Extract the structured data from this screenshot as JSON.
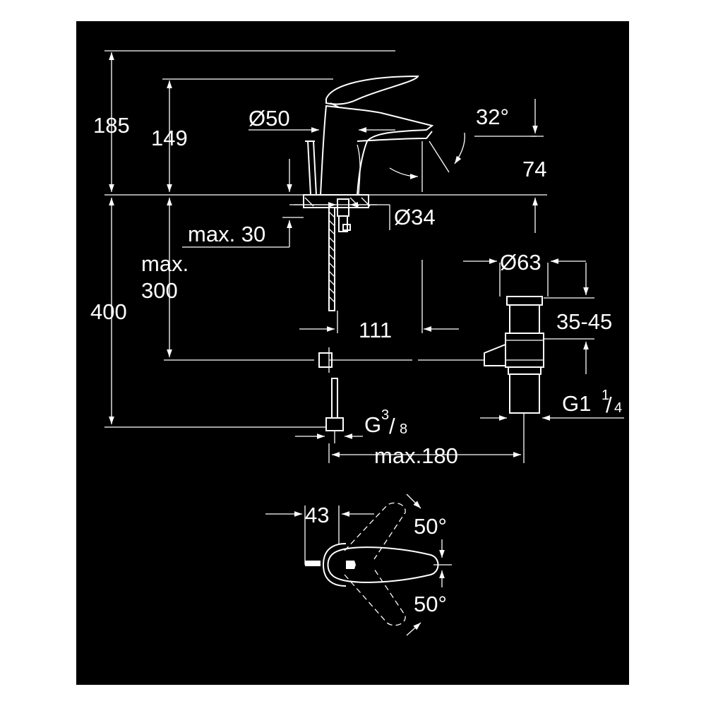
{
  "colors": {
    "background": "#000000",
    "lines": "#ffffff",
    "page": "#ffffff"
  },
  "dimensions": {
    "height_185": "185",
    "height_149": "149",
    "diameter_50": "Ø50",
    "angle_32": "32°",
    "height_74": "74",
    "diameter_34": "Ø34",
    "max_30": "max. 30",
    "max_300_line1": "max.",
    "max_300_line2": "300",
    "length_400": "400",
    "diameter_63": "Ø63",
    "range_35_45": "35-45",
    "offset_111": "111",
    "thread_g1_main": "G1",
    "thread_g1_num": "1",
    "thread_g1_den": "4",
    "thread_g38_main": "G",
    "thread_g38_num": "3",
    "thread_g38_den": "8",
    "max_180": "max.180",
    "width_43": "43",
    "angle_50_top": "50°",
    "angle_50_bottom": "50°"
  }
}
